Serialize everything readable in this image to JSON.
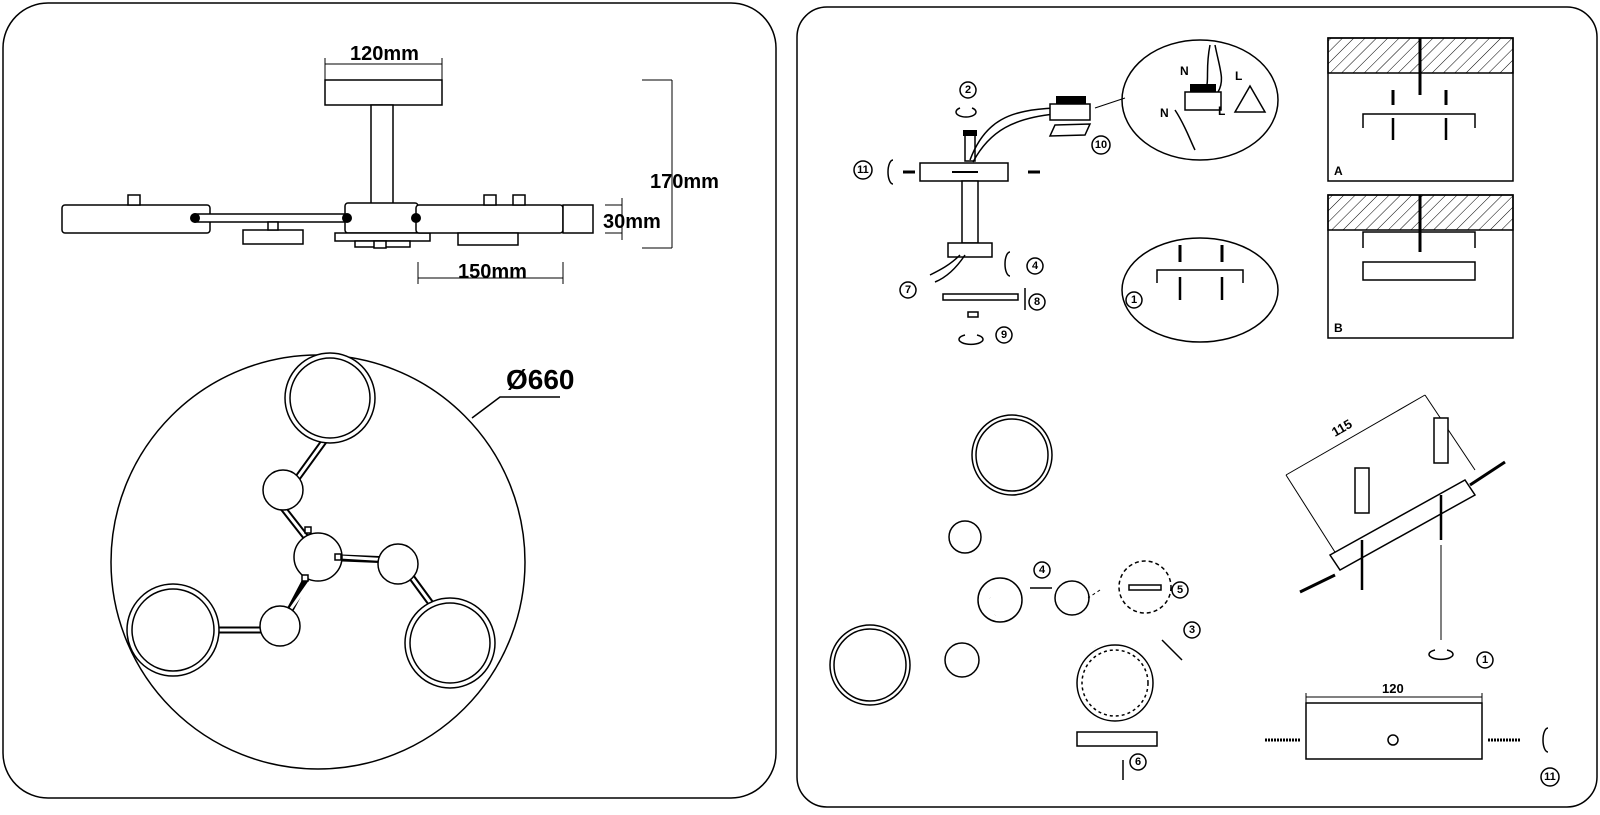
{
  "left_panel": {
    "dims": {
      "canopy_width": "120mm",
      "total_height": "170mm",
      "arm_height": "30mm",
      "arm_length": "150mm",
      "diameter": "Ø660"
    }
  },
  "right_panel": {
    "steps": {
      "s1": "1",
      "s2": "2",
      "s3": "3",
      "s4": "4",
      "s5": "5",
      "s6": "6",
      "s7": "7",
      "s8": "8",
      "s9": "9",
      "s10": "10",
      "s11": "11"
    },
    "wiring": {
      "neutral": "N",
      "live": "L"
    },
    "ceiling_views": {
      "a": "A",
      "b": "B"
    },
    "bracket": {
      "length_diag": "115",
      "length_front": "120"
    }
  }
}
